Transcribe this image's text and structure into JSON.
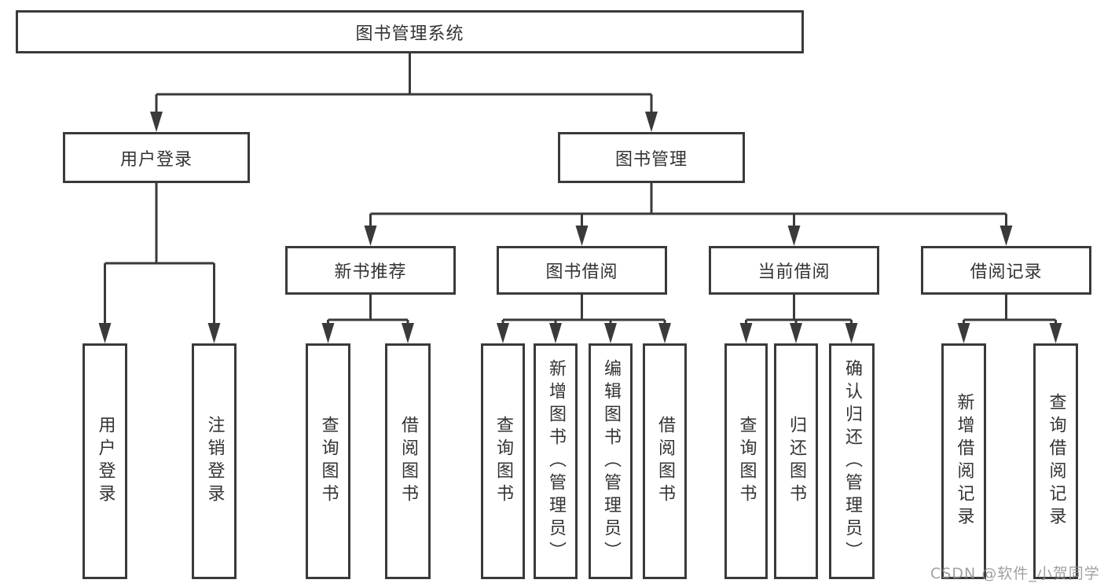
{
  "colors": {
    "line": "#3a3a3a",
    "text": "#333333",
    "background": "#ffffff",
    "watermark": "#919191"
  },
  "watermark": {
    "text": "CSDN @软件_小贺同学"
  },
  "tree": {
    "label": "图书管理系统",
    "children": [
      {
        "label": "用户登录",
        "children": [
          {
            "label": "用户登录"
          },
          {
            "label": "注销登录"
          }
        ]
      },
      {
        "label": "图书管理",
        "children": [
          {
            "label": "新书推荐",
            "children": [
              {
                "label": "查询图书"
              },
              {
                "label": "借阅图书"
              }
            ]
          },
          {
            "label": "图书借阅",
            "children": [
              {
                "label": "查询图书"
              },
              {
                "label": "新增图书（管理员）"
              },
              {
                "label": "编辑图书（管理员）"
              },
              {
                "label": "借阅图书"
              }
            ]
          },
          {
            "label": "当前借阅",
            "children": [
              {
                "label": "查询图书"
              },
              {
                "label": "归还图书"
              },
              {
                "label": "确认归还（管理员）"
              }
            ]
          },
          {
            "label": "借阅记录",
            "children": [
              {
                "label": "新增借阅记录"
              },
              {
                "label": "查询借阅记录"
              }
            ]
          }
        ]
      }
    ]
  }
}
